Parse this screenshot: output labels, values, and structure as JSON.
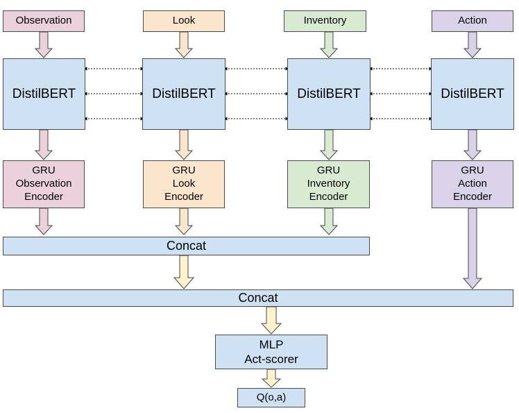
{
  "colors": {
    "observation": "#ead1dc",
    "look": "#fce5cd",
    "inventory": "#d9ead3",
    "action": "#d9d2e9",
    "model": "#cfe2f3",
    "concat_arrow": "#fff2cc"
  },
  "inputs": {
    "observation": "Observation",
    "look": "Look",
    "inventory": "Inventory",
    "action": "Action"
  },
  "bert": {
    "observation": "DistilBERT",
    "look": "DistilBERT",
    "inventory": "DistilBERT",
    "action": "DistilBERT"
  },
  "gru": {
    "observation": [
      "GRU",
      "Observation",
      "Encoder"
    ],
    "look": [
      "GRU",
      "Look",
      "Encoder"
    ],
    "inventory": [
      "GRU",
      "Inventory",
      "Encoder"
    ],
    "action": [
      "GRU",
      "Action",
      "Encoder"
    ]
  },
  "concat1": "Concat",
  "concat2": "Concat",
  "mlp": [
    "MLP",
    "Act-scorer"
  ],
  "output": "Q(o,a)"
}
